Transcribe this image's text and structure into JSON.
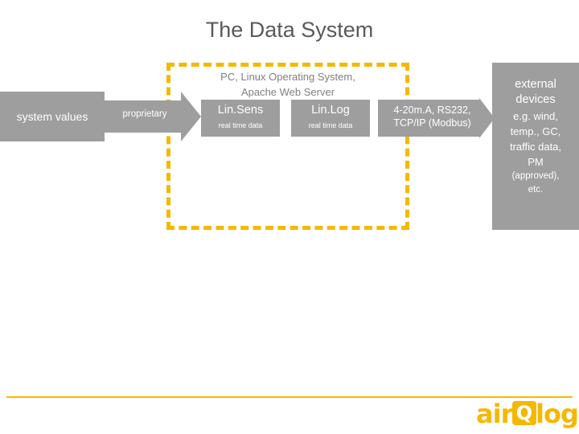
{
  "slide": {
    "title": "The Data System"
  },
  "diagram": {
    "source_box": {
      "label": "system values"
    },
    "proprietary_arrow": {
      "label": "proprietary"
    },
    "pc_caption": {
      "line1": "PC, Linux Operating System,",
      "line2": "Apache Web Server"
    },
    "nodes": [
      {
        "name": "Lin.Sens",
        "subtitle": "real time data"
      },
      {
        "name": "Lin.Log",
        "subtitle": "real time data"
      }
    ],
    "interface_arrow": {
      "line1": "4-20m.A, RS232,",
      "line2": "TCP/IP (Modbus)"
    },
    "external_box": {
      "title_line1": "external",
      "title_line2": "devices",
      "list_line1": "e.g. wind,",
      "list_line2": "temp., GC,",
      "list_line3": "traffic data,",
      "list_line4": "PM",
      "note_line1": "(approved),",
      "note_line2": "etc."
    }
  },
  "footer": {
    "logo_a": "air",
    "logo_q": "Q",
    "logo_log": "log"
  },
  "colors": {
    "accent_yellow": "#F5B800",
    "grey_block": "#9E9E9E",
    "title_grey": "#595959"
  }
}
